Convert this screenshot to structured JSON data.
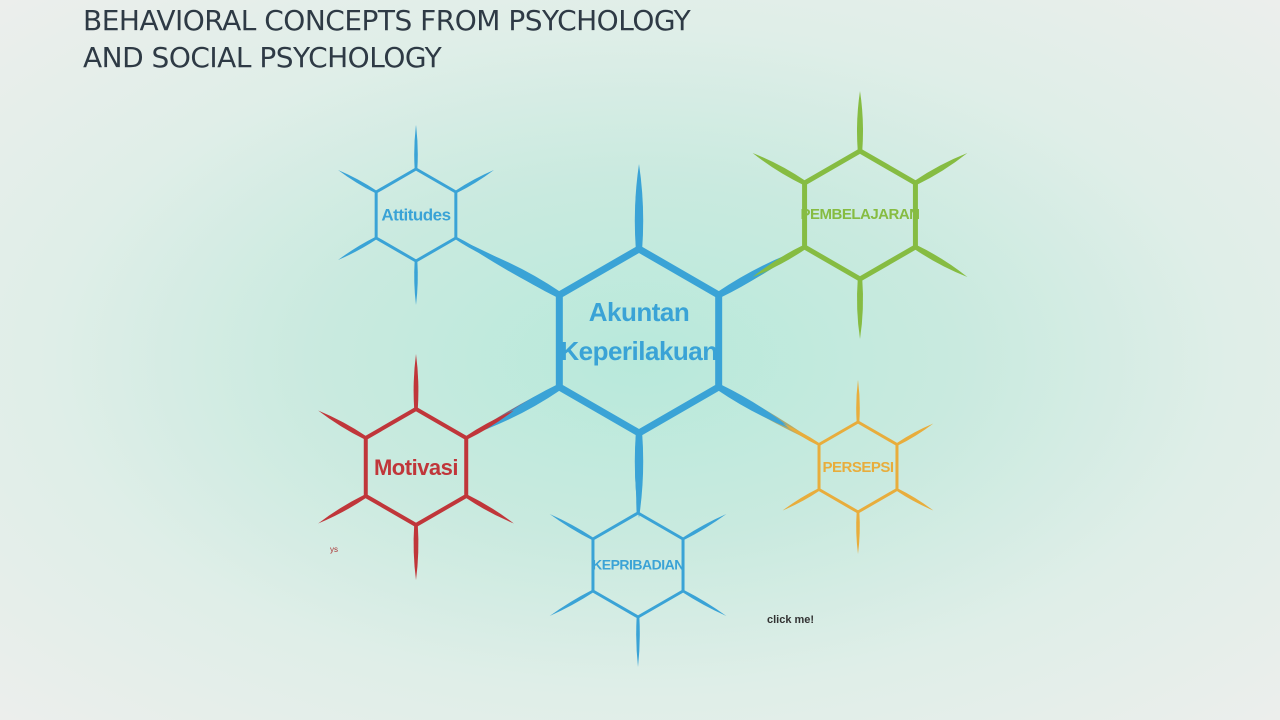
{
  "title": {
    "line1": "BEHAVIORAL CONCEPTS FROM PSYCHOLOGY",
    "line2": "AND SOCIAL PSYCHOLOGY"
  },
  "diagram": {
    "center": {
      "label_line1": "Akuntan",
      "label_line2": "Keperilakuan",
      "color": "#3aa3d6"
    },
    "nodes": [
      {
        "id": "attitudes",
        "label": "Attitudes",
        "color": "#3aa3d6"
      },
      {
        "id": "pembelajaran",
        "label": "PEMBELAJARAN",
        "color": "#86bc42"
      },
      {
        "id": "motivasi",
        "label": "Motivasi",
        "color": "#c0363a"
      },
      {
        "id": "kepribadian",
        "label": "KEPRIBADIAN",
        "color": "#3aa3d6"
      },
      {
        "id": "persepsi",
        "label": "PERSEPSI",
        "color": "#e8ad3c"
      }
    ]
  },
  "click_me": "click me!",
  "tiny_mark": "ys"
}
